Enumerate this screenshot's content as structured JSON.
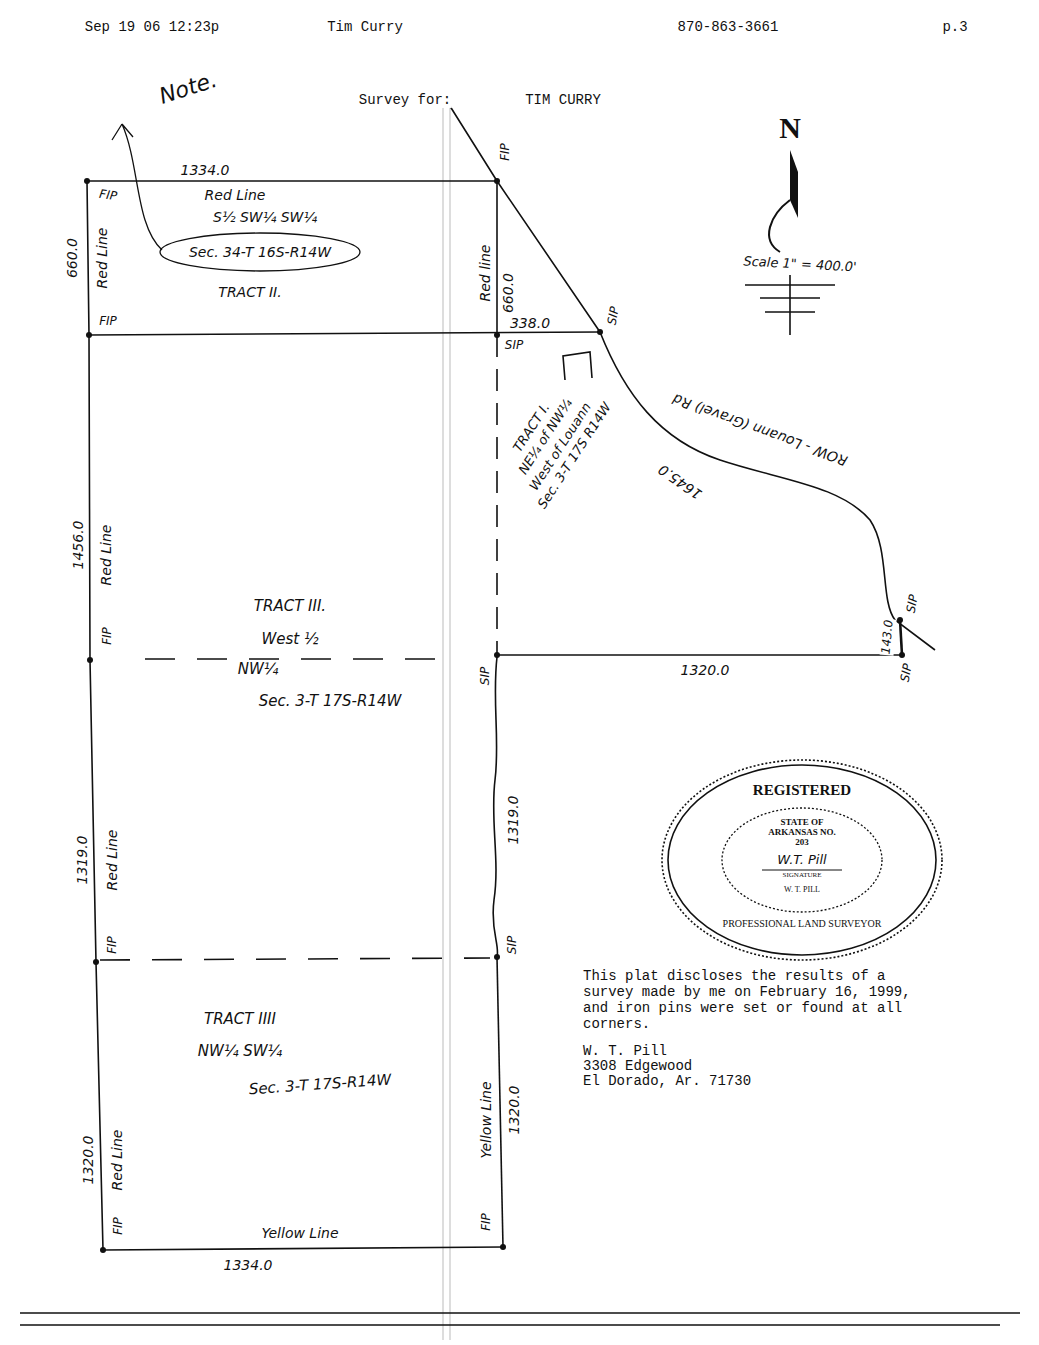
{
  "diagram": {
    "nodes": [
      {
        "text": [
          "REGISTERED",
          "STATE OF ARKANSAS NO. 203",
          "W.T. Pill",
          "SIGNATURE",
          "W. T. PILL",
          "PROFESSIONAL LAND SURVEYOR"
        ]
      }
    ],
    "labels": [
      "Sep 19 06 12:23p",
      "Tim Curry",
      "870-863-3661",
      "p.3",
      "Note.",
      "Survey for:",
      "TIM CURRY",
      "N",
      "Scale 1\" = 400.0'",
      "1334.0",
      "Red Line",
      "FIP",
      "FIP",
      "S½ SW¼ SW¼",
      "Sec. 34-T 16S-R14W",
      "TRACT II.",
      "660.0",
      "Red Line",
      "FIP",
      "Red line",
      "660.0",
      "338.0",
      "SIP",
      "SIP",
      "TRACT I.",
      "NE¼ of NW¼",
      "West of Louann",
      "Sec. 3-T 17S R14W",
      "1645.0",
      "ROW - Louann (Gravel) Rd",
      "1456.0",
      "Red Line",
      "FIP",
      "TRACT III.",
      "West ½",
      "NW¼",
      "Sec. 3-T 17S-R14W",
      "SIP",
      "1320.0",
      "143.0",
      "SIP",
      "SIP",
      "1319.0",
      "Red Line",
      "FIP",
      "1319.0",
      "SIP",
      "TRACT IIII",
      "NW¼ SW¼",
      "Sec. 3-T 17S-R14W",
      "1320.0",
      "Red Line",
      "FIP",
      "Yellow Line",
      "1320.0",
      "FIP",
      "Yellow Line",
      "1334.0",
      "This plat discloses the results of a survey made by me on February 16, 1999, and iron pins were set or found at all corners.",
      "W. T. Pill",
      "3308 Edgewood",
      "El Dorado, Ar. 71730"
    ]
  }
}
